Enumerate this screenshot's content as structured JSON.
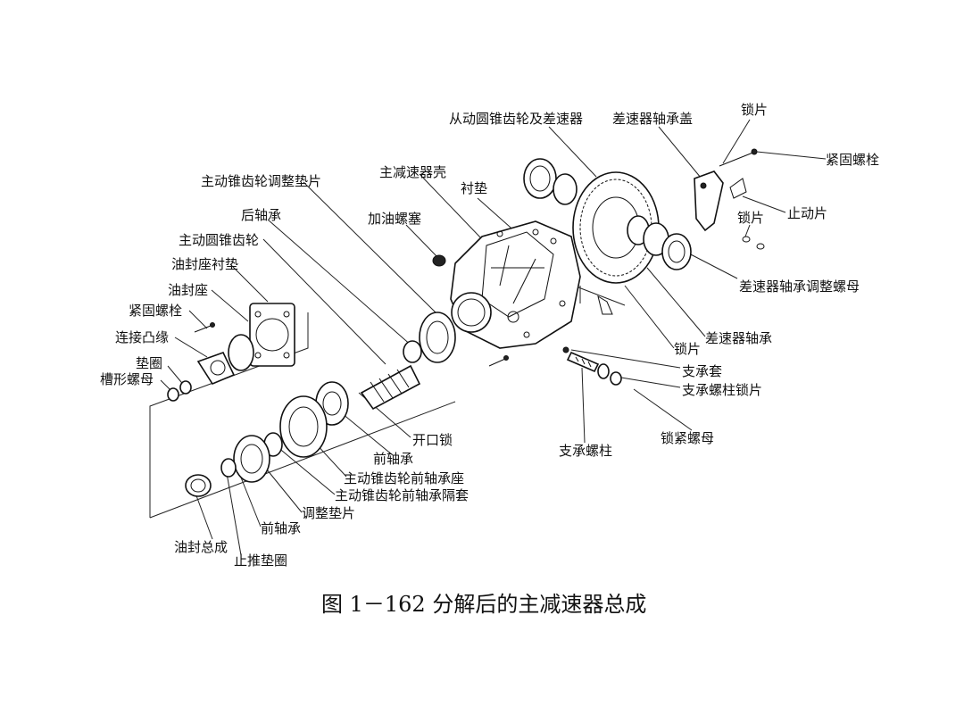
{
  "caption": "图 1－162 分解后的主减速器总成",
  "labels": {
    "diff_assembly": "从动圆锥齿轮及差速器",
    "bearing_cap": "差速器轴承盖",
    "lock_plate_top": "锁片",
    "fasten_bolt_right": "紧固螺栓",
    "stop_plate": "止动片",
    "lock_plate_mid": "锁片",
    "housing": "主减速器壳",
    "gasket": "衬垫",
    "drive_shim": "主动锥齿轮调整垫片",
    "rear_bearing": "后轴承",
    "oil_plug": "加油螺塞",
    "drive_gear": "主动圆锥齿轮",
    "seal_seat_gasket": "油封座衬垫",
    "seal_seat": "油封座",
    "fasten_bolt_left": "紧固螺栓",
    "flange": "连接凸缘",
    "washer": "垫圈",
    "slotted_nut": "槽形螺母",
    "adjust_nut": "差速器轴承调整螺母",
    "diff_bearing": "差速器轴承",
    "lock_plate_low": "锁片",
    "support_sleeve": "支承套",
    "support_lock": "支承螺柱锁片",
    "lock_nut": "锁紧螺母",
    "support_stud": "支承螺柱",
    "cotter_lock": "开口锁",
    "front_bearing_a": "前轴承",
    "front_bearing_seat": "主动锥齿轮前轴承座",
    "front_spacer": "主动锥齿轮前轴承隔套",
    "adjust_shim": "调整垫片",
    "front_bearing_b": "前轴承",
    "seal_assembly": "油封总成",
    "thrust_washer": "止推垫圈"
  }
}
